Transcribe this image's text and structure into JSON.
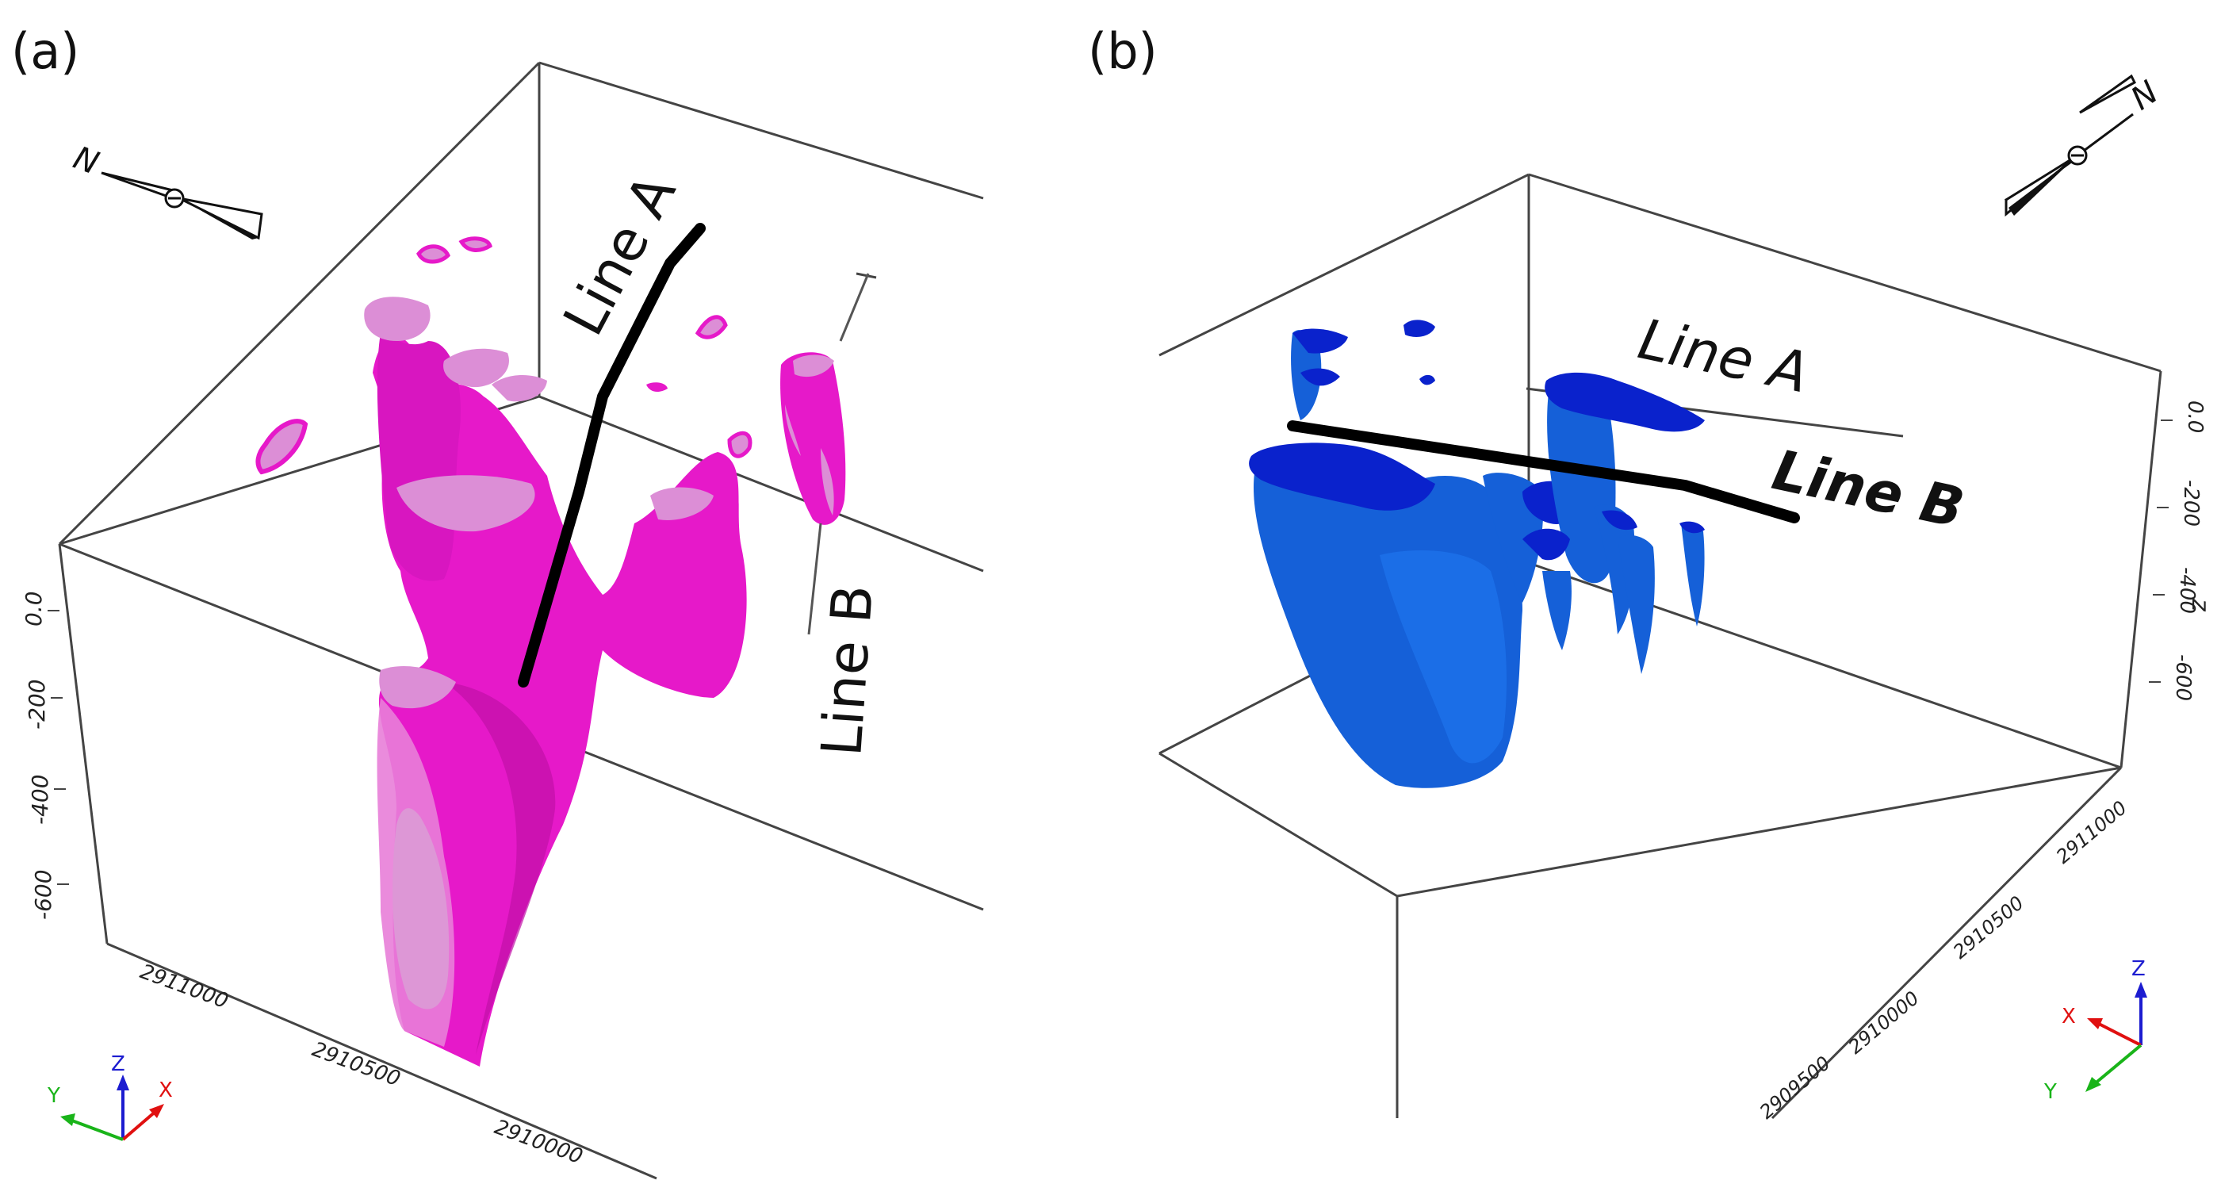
{
  "panels": {
    "a": {
      "label": "(a)",
      "compass_letter": "N",
      "line_a_label": "Line A",
      "line_b_label": "Line B",
      "z_ticks": [
        "0.0",
        "-200",
        "-400",
        "-600"
      ],
      "y_ticks": [
        "2911000",
        "2910500",
        "2910000"
      ],
      "triad": {
        "x": "X",
        "y": "Y",
        "z": "Z"
      },
      "body_color": "#e619c9",
      "cap_color": "#dc8ed6"
    },
    "b": {
      "label": "(b)",
      "compass_letter": "N",
      "line_a_label": "Line A",
      "line_b_label": "Line B",
      "z_ticks": [
        "0.0",
        "-200",
        "-400",
        "-600"
      ],
      "z_axis_label": "z",
      "y_ticks": [
        "2911000",
        "2910500",
        "2910000",
        "2909500"
      ],
      "triad": {
        "x": "X",
        "y": "Y",
        "z": "Z"
      },
      "body_color": "#1560d8",
      "cap_color": "#0a22cc"
    }
  },
  "colors": {
    "axis_x": "#e01010",
    "axis_y": "#19b419",
    "axis_z": "#1c1cd0",
    "box_line": "#444444",
    "survey_line": "#000000"
  }
}
